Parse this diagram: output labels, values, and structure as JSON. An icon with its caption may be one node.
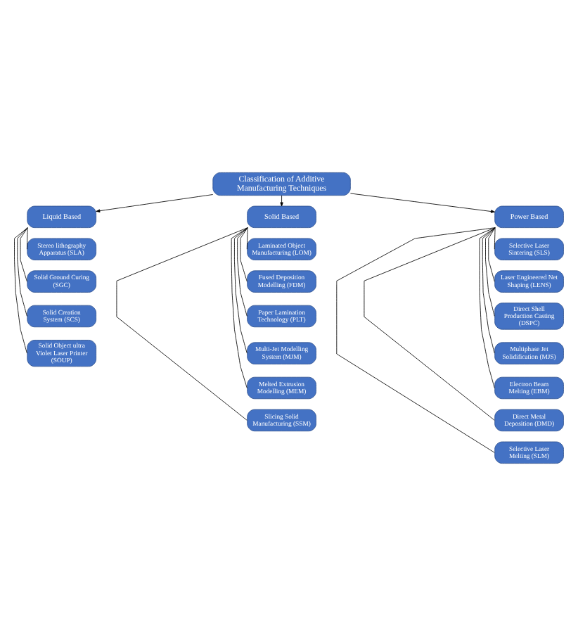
{
  "diagram": {
    "nodes": [
      {
        "text": [
          "Classification of Additive Manufacturing Techniques"
        ]
      },
      {
        "text": [
          "Liquid Based"
        ]
      },
      {
        "text": [
          "Solid Based"
        ]
      },
      {
        "text": [
          "Power Based"
        ]
      },
      {
        "text": [
          "Stereo lithography Apparatus (SLA)"
        ]
      },
      {
        "text": [
          "Solid Ground Curing (SGC)"
        ]
      },
      {
        "text": [
          "Solid Creation System (SCS)"
        ]
      },
      {
        "text": [
          "Solid Object ultra Violet Laser Printer (SOUP)"
        ]
      },
      {
        "text": [
          "Laminated Object Manufacturing (LOM)"
        ]
      },
      {
        "text": [
          "Fused Deposition Modelling (FDM)"
        ]
      },
      {
        "text": [
          "Paper Lamination Technology (PLT)"
        ]
      },
      {
        "text": [
          "Multi-Jet Modelling System (MJM)"
        ]
      },
      {
        "text": [
          "Melted Extrusion Modelling (MEM)"
        ]
      },
      {
        "text": [
          "Slicing Solid Manufacturing (SSM)"
        ]
      },
      {
        "text": [
          "Selective Laser Sintering (SLS)"
        ]
      },
      {
        "text": [
          "Laser Engineered Net Shaping (LENS)"
        ]
      },
      {
        "text": [
          "Direct Shell Production Casting (DSPC)"
        ]
      },
      {
        "text": [
          "Multiphase Jet Solidification (MJS)"
        ]
      },
      {
        "text": [
          "Electron Beam Melting (EBM)"
        ]
      },
      {
        "text": [
          "Direct Metal Deposition (DMD)"
        ]
      },
      {
        "text": [
          "Selective Laser Melting (SLM)"
        ]
      }
    ],
    "edges": [
      {
        "from": 0,
        "to": 1,
        "arrow": "to"
      },
      {
        "from": 0,
        "to": 2,
        "arrow": "to"
      },
      {
        "from": 0,
        "to": 3,
        "arrow": "to"
      },
      {
        "from": 1,
        "to": 4,
        "arrow": "none"
      },
      {
        "from": 1,
        "to": 5,
        "arrow": "none"
      },
      {
        "from": 1,
        "to": 6,
        "arrow": "none"
      },
      {
        "from": 1,
        "to": 7,
        "arrow": "none"
      },
      {
        "from": 2,
        "to": 8,
        "arrow": "none"
      },
      {
        "from": 2,
        "to": 9,
        "arrow": "none"
      },
      {
        "from": 2,
        "to": 10,
        "arrow": "none"
      },
      {
        "from": 2,
        "to": 11,
        "arrow": "none"
      },
      {
        "from": 2,
        "to": 12,
        "arrow": "none"
      },
      {
        "from": 2,
        "to": 13,
        "arrow": "none"
      },
      {
        "from": 3,
        "to": 14,
        "arrow": "none"
      },
      {
        "from": 3,
        "to": 15,
        "arrow": "none"
      },
      {
        "from": 3,
        "to": 16,
        "arrow": "none"
      },
      {
        "from": 3,
        "to": 17,
        "arrow": "none"
      },
      {
        "from": 3,
        "to": 18,
        "arrow": "none"
      },
      {
        "from": 3,
        "to": 19,
        "arrow": "none"
      },
      {
        "from": 3,
        "to": 20,
        "arrow": "none"
      }
    ]
  }
}
